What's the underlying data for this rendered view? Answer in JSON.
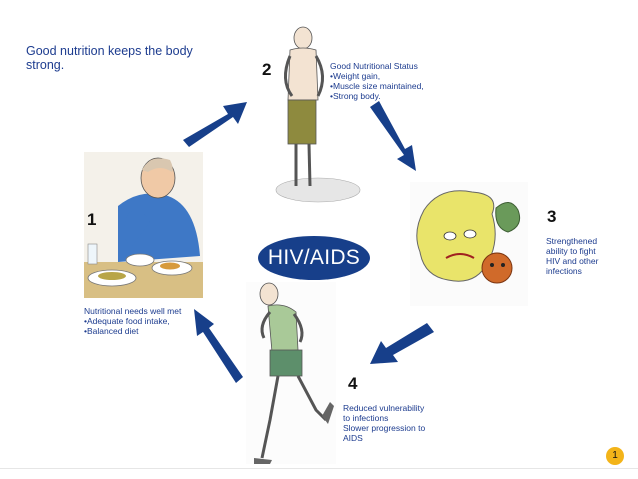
{
  "title": "Good nutrition keeps the body strong.",
  "center_label": "HIV/AIDS",
  "steps": [
    {
      "number": "1",
      "heading": "Nutritional needs well met",
      "bullets": [
        "Adequate food intake,",
        "Balanced  diet"
      ]
    },
    {
      "number": "2",
      "heading": "Good Nutritional Status",
      "bullets": [
        "Weight gain,",
        "Muscle size maintained,",
        "Strong body."
      ]
    },
    {
      "number": "3",
      "lines": [
        "Strengthened",
        "ability to fight",
        "HIV and other",
        "infections"
      ]
    },
    {
      "number": "4",
      "lines": [
        "Reduced vulnerability",
        "to infections",
        "Slower progression to",
        "AIDS"
      ]
    }
  ],
  "page_number": "1",
  "colors": {
    "arrow": "#173f8a",
    "text_blue": "#1d3c8f",
    "badge": "#f3b419"
  },
  "icons": [
    "man-eating-illustration",
    "strong-man-illustration",
    "germs-fighting-illustration",
    "man-running-illustration"
  ]
}
